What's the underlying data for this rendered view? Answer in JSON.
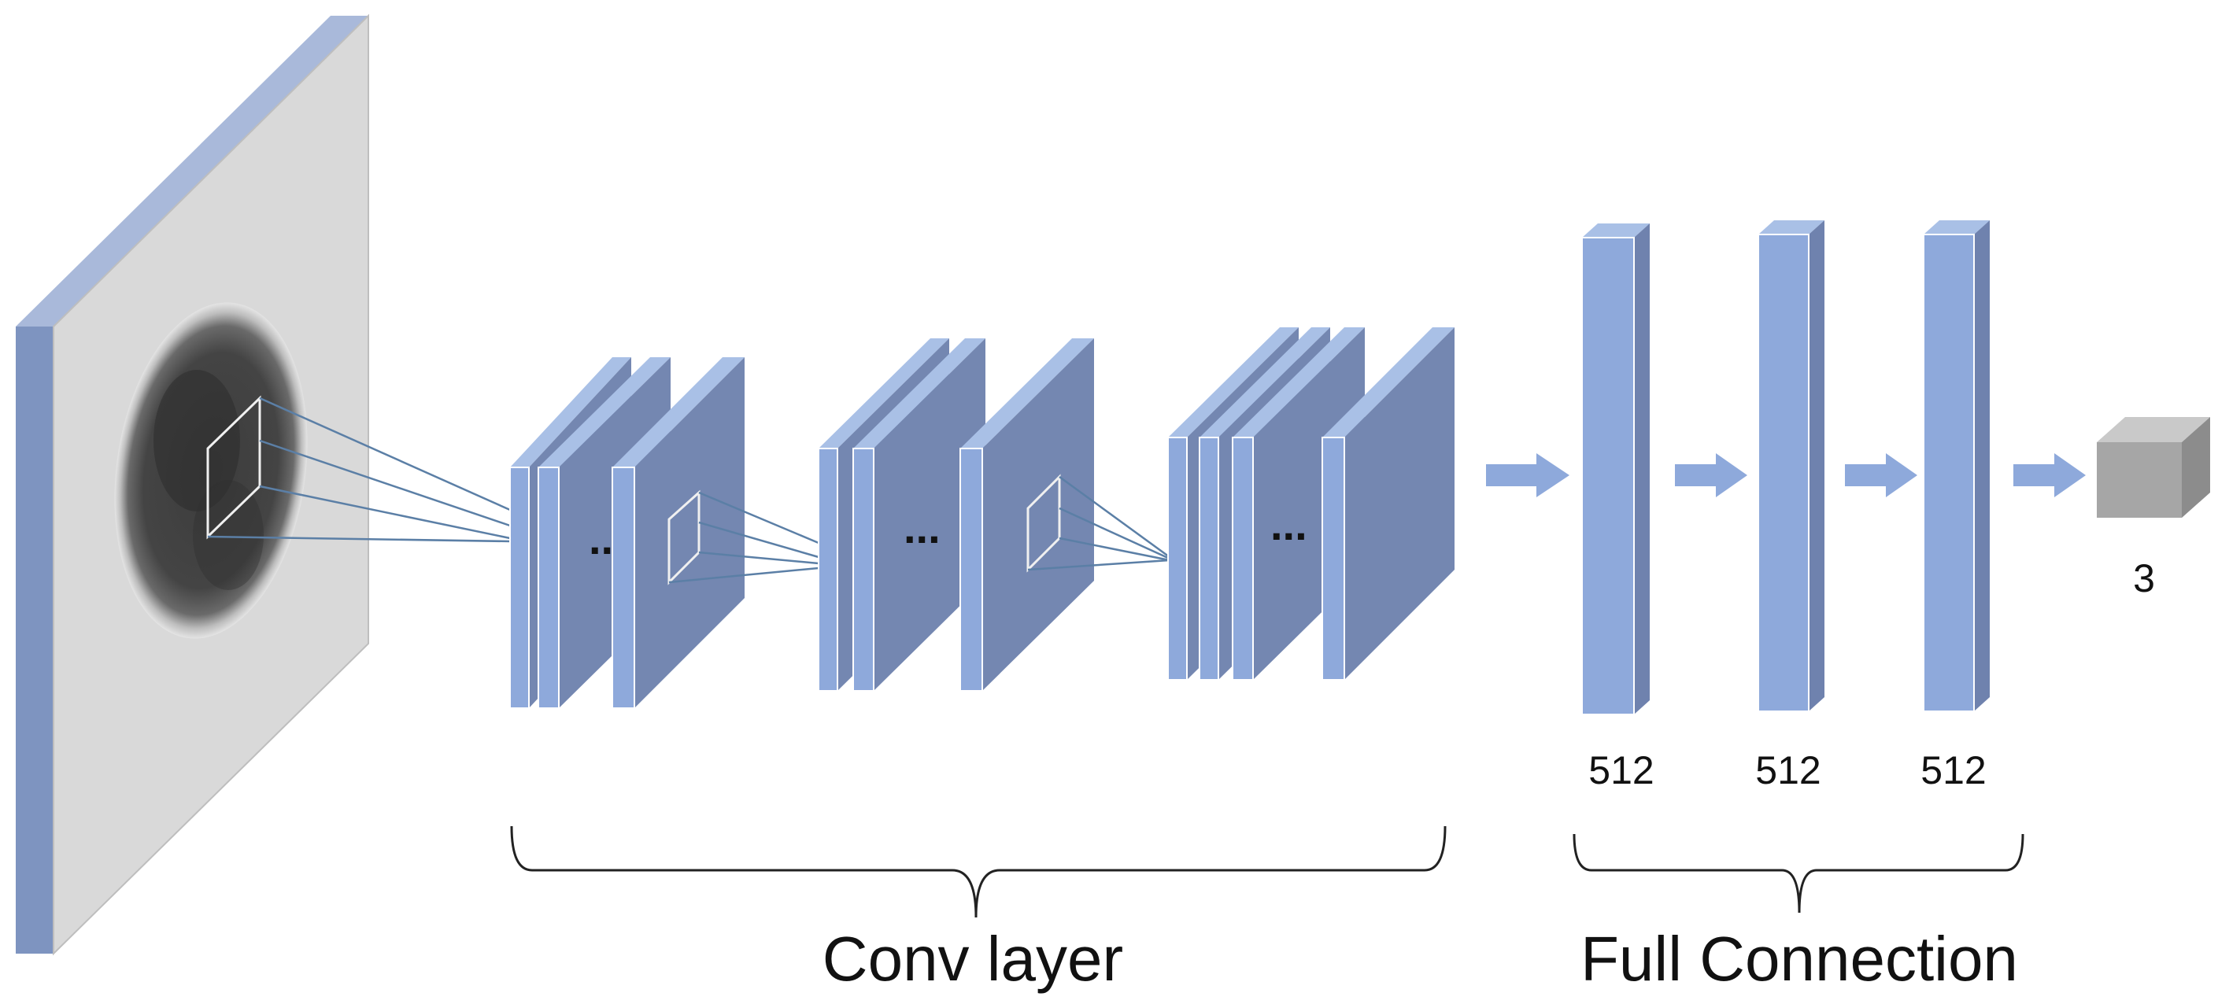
{
  "colors": {
    "layer_front": "#8EA9DB",
    "layer_face": "#7487B1",
    "layer_top": "#A9C0E6",
    "layer_side": "#6F82AE",
    "input_plane": "#D9D9D9",
    "input_edge": "#7E94C0",
    "output_cube_front": "#A6A6A6",
    "output_cube_top": "#C9C9C9",
    "output_cube_side": "#8C8C8C",
    "connector_lines": "#5B7FA6",
    "arrow": "#8EA9DB"
  },
  "diagram": {
    "ellipsis": "...",
    "fc_layers": [
      {
        "units": "512"
      },
      {
        "units": "512"
      },
      {
        "units": "512"
      }
    ],
    "output": {
      "units": "3"
    },
    "groups": {
      "conv_label": "Conv layer",
      "fc_label": "Full Connection"
    }
  }
}
